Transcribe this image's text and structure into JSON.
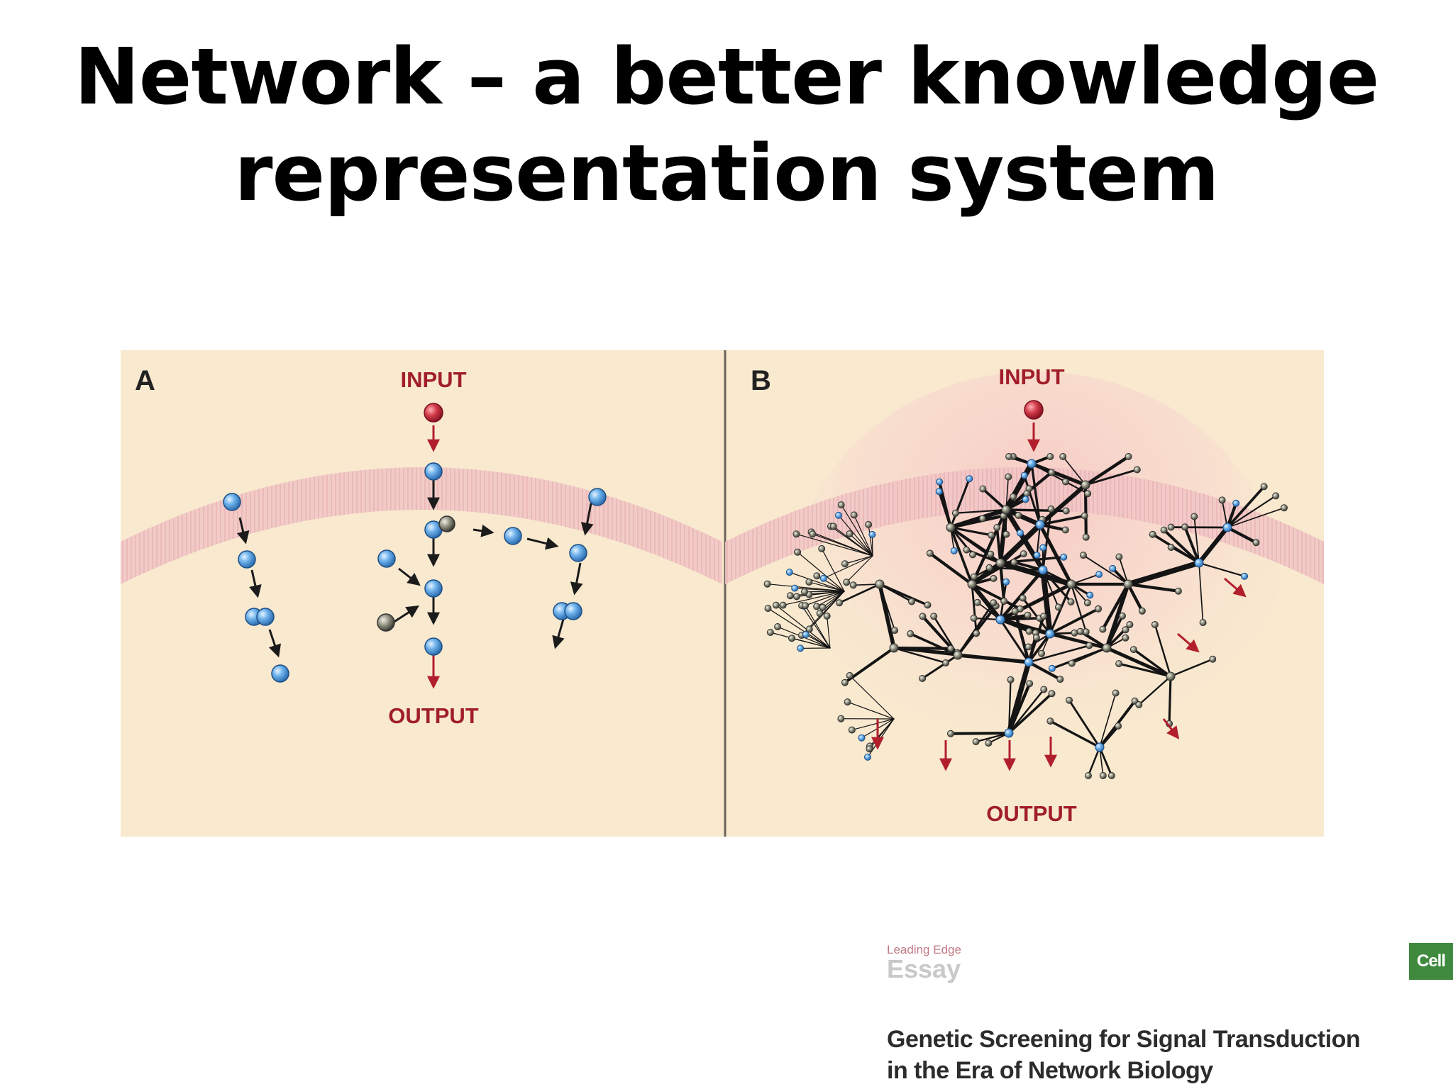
{
  "slide": {
    "title_lines": [
      "Network – a better knowledge",
      "representation system"
    ]
  },
  "figure": {
    "panel_a": {
      "label": "A",
      "input_label": "INPUT",
      "output_label": "OUTPUT"
    },
    "panel_b": {
      "label": "B",
      "input_label": "INPUT",
      "output_label": "OUTPUT"
    },
    "colors": {
      "background": "#f8e9cf",
      "membrane": "#efbcbd",
      "protein": "#5aa7e0",
      "input_node": "#c72a3c",
      "arrow_red": "#b21f2c",
      "network_edge": "#111111"
    }
  },
  "reference": {
    "kicker": "Leading Edge",
    "type": "Essay",
    "journal": "Cell",
    "title_lines": [
      "Genetic Screening for Signal Transduction",
      "in the Era of Network Biology"
    ]
  }
}
